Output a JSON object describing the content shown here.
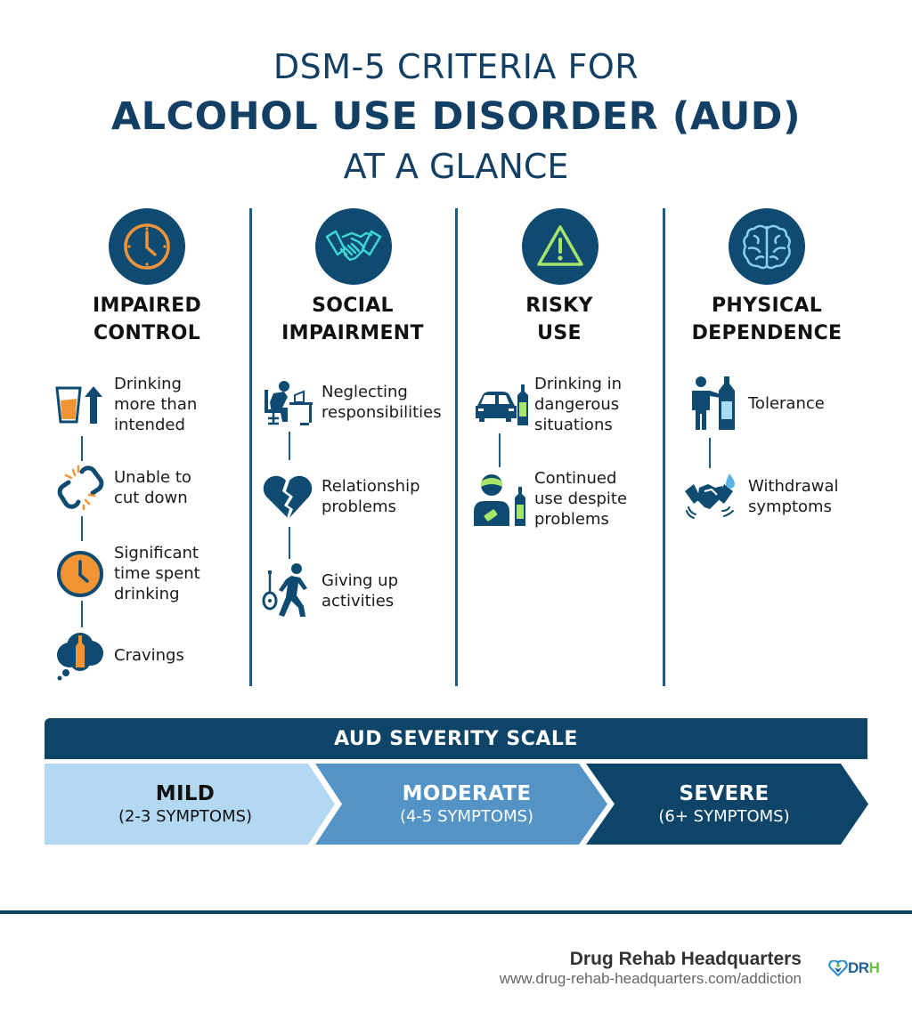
{
  "title": {
    "line1": "DSM-5 CRITERIA FOR",
    "line2": "ALCOHOL USE DISORDER (AUD)",
    "line3": "AT A GLANCE"
  },
  "colors": {
    "navy": "#0f4a70",
    "orange": "#f39434",
    "teal": "#33d0cf",
    "green": "#aee36a",
    "light_blue": "#8cd0f3",
    "mild": "#b3d9f2",
    "moderate": "#5493c5",
    "severe": "#0d4468"
  },
  "categories": [
    {
      "title_line1": "IMPAIRED",
      "title_line2": "CONTROL",
      "icon": "clock-icon",
      "highlight": "orange",
      "items": [
        {
          "label": "Drinking\nmore than\nintended",
          "icon": "glass-arrow-up-icon"
        },
        {
          "label": "Unable to\ncut down",
          "icon": "broken-chain-icon"
        },
        {
          "label": "Significant\ntime spent\ndrinking",
          "icon": "clock-icon"
        },
        {
          "label": "Cravings",
          "icon": "thought-bubble-bottle-icon"
        }
      ]
    },
    {
      "title_line1": "SOCIAL",
      "title_line2": "IMPAIRMENT",
      "icon": "handshake-icon",
      "highlight": "teal",
      "items": [
        {
          "label": "Neglecting\nresponsibilities",
          "icon": "person-at-desk-icon"
        },
        {
          "label": "Relationship\nproblems",
          "icon": "broken-heart-icon"
        },
        {
          "label": "Giving up\nactivities",
          "icon": "walking-away-guitar-icon"
        }
      ]
    },
    {
      "title_line1": "RISKY",
      "title_line2": "USE",
      "icon": "warning-triangle-icon",
      "highlight": "green",
      "items": [
        {
          "label": "Drinking in\ndangerous\nsituations",
          "icon": "car-bottle-icon"
        },
        {
          "label": "Continued\nuse despite\nproblems",
          "icon": "injured-person-bottle-icon"
        }
      ]
    },
    {
      "title_line1": "PHYSICAL",
      "title_line2": "DEPENDENCE",
      "icon": "brain-icon",
      "highlight": "blue",
      "items": [
        {
          "label": "Tolerance",
          "icon": "person-bottle-icon"
        },
        {
          "label": "Withdrawal\nsymptoms",
          "icon": "shaking-hands-icon"
        }
      ]
    }
  ],
  "severity": {
    "header": "AUD SEVERITY SCALE",
    "levels": [
      {
        "name": "MILD",
        "range": "(2-3 SYMPTOMS)"
      },
      {
        "name": "MODERATE",
        "range": "(4-5 SYMPTOMS)"
      },
      {
        "name": "SEVERE",
        "range": "(6+ SYMPTOMS)"
      }
    ]
  },
  "footer": {
    "brand": "Drug Rehab Headquarters",
    "url": "www.drug-rehab-headquarters.com/addiction",
    "logo_text": "DRH"
  }
}
